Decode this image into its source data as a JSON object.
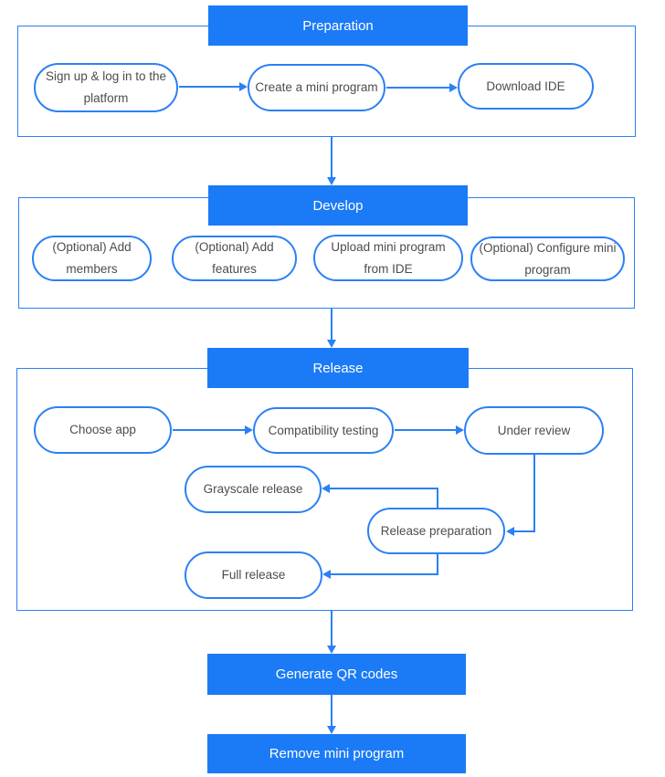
{
  "colors": {
    "primary": "#1b7bf6",
    "stroke": "#2b80f5",
    "node_text": "#4d4d4d",
    "header_text": "#ffffff",
    "background": "#ffffff"
  },
  "headers": {
    "preparation": "Preparation",
    "develop": "Develop",
    "release": "Release",
    "generate_qr": "Generate QR codes",
    "remove_mini_program": "Remove mini program"
  },
  "preparation": {
    "nodes": {
      "signup": "Sign up & log in to the platform",
      "create": "Create a mini program",
      "download": "Download IDE"
    }
  },
  "develop": {
    "nodes": {
      "members": "(Optional) Add members",
      "features": "(Optional) Add features",
      "upload": "Upload mini program from IDE",
      "configure": "(Optional) Configure mini program"
    }
  },
  "release": {
    "nodes": {
      "choose": "Choose app",
      "compat": "Compatibility testing",
      "review": "Under review",
      "grayscale": "Grayscale release",
      "prep": "Release preparation",
      "full": "Full release"
    }
  }
}
